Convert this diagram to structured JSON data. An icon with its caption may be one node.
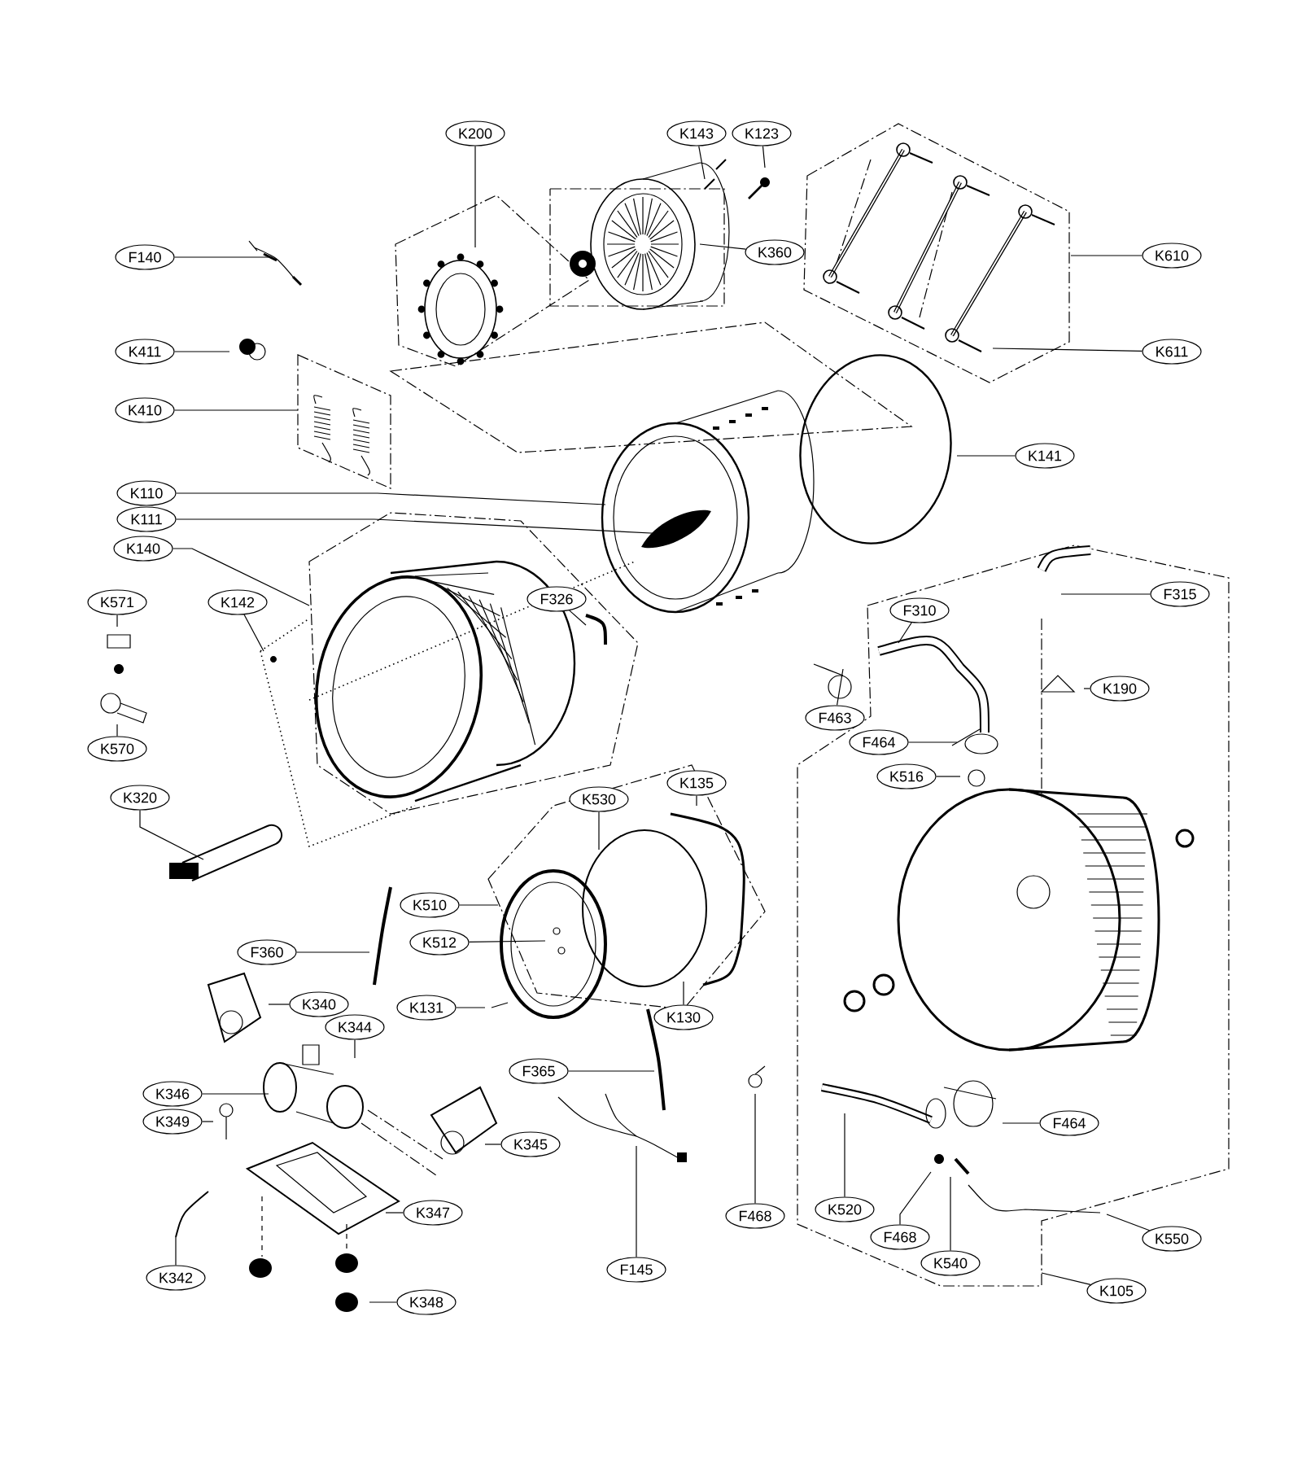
{
  "diagram": {
    "nodes": [
      {
        "text": [
          "K200"
        ]
      },
      {
        "text": [
          "K143"
        ]
      },
      {
        "text": [
          "K123"
        ]
      },
      {
        "text": [
          "F140"
        ]
      },
      {
        "text": [
          "K360"
        ]
      },
      {
        "text": [
          "K610"
        ]
      },
      {
        "text": [
          "K411"
        ]
      },
      {
        "text": [
          "K611"
        ]
      },
      {
        "text": [
          "K410"
        ]
      },
      {
        "text": [
          "K141"
        ]
      },
      {
        "text": [
          "K110"
        ]
      },
      {
        "text": [
          "K111"
        ]
      },
      {
        "text": [
          "K140"
        ]
      },
      {
        "text": [
          "F315"
        ]
      },
      {
        "text": [
          "K571"
        ]
      },
      {
        "text": [
          "K142"
        ]
      },
      {
        "text": [
          "F326"
        ]
      },
      {
        "text": [
          "F310"
        ]
      },
      {
        "text": [
          "K190"
        ]
      },
      {
        "text": [
          "F463"
        ]
      },
      {
        "text": [
          "F464"
        ]
      },
      {
        "text": [
          "K570"
        ]
      },
      {
        "text": [
          "K516"
        ]
      },
      {
        "text": [
          "K135"
        ]
      },
      {
        "text": [
          "K320"
        ]
      },
      {
        "text": [
          "K530"
        ]
      },
      {
        "text": [
          "K510"
        ]
      },
      {
        "text": [
          "K512"
        ]
      },
      {
        "text": [
          "F360"
        ]
      },
      {
        "text": [
          "K340"
        ]
      },
      {
        "text": [
          "K131"
        ]
      },
      {
        "text": [
          "K130"
        ]
      },
      {
        "text": [
          "K344"
        ]
      },
      {
        "text": [
          "F365"
        ]
      },
      {
        "text": [
          "K346"
        ]
      },
      {
        "text": [
          "K349"
        ]
      },
      {
        "text": [
          "F464"
        ]
      },
      {
        "text": [
          "K345"
        ]
      },
      {
        "text": [
          "K520"
        ]
      },
      {
        "text": [
          "F468"
        ]
      },
      {
        "text": [
          "K347"
        ]
      },
      {
        "text": [
          "F468"
        ]
      },
      {
        "text": [
          "K550"
        ]
      },
      {
        "text": [
          "K540"
        ]
      },
      {
        "text": [
          "F145"
        ]
      },
      {
        "text": [
          "K342"
        ]
      },
      {
        "text": [
          "K105"
        ]
      },
      {
        "text": [
          "K348"
        ]
      }
    ],
    "edges": [
      {
        "from": 0,
        "to": null,
        "arrow": "none"
      },
      {
        "from": 1,
        "to": null,
        "arrow": "none"
      },
      {
        "from": 2,
        "to": null,
        "arrow": "none"
      },
      {
        "from": 3,
        "to": null,
        "arrow": "none"
      },
      {
        "from": 4,
        "to": null,
        "arrow": "none"
      },
      {
        "from": 5,
        "to": null,
        "arrow": "none"
      },
      {
        "from": 6,
        "to": null,
        "arrow": "none"
      },
      {
        "from": 7,
        "to": null,
        "arrow": "none"
      },
      {
        "from": 8,
        "to": null,
        "arrow": "none"
      },
      {
        "from": 9,
        "to": null,
        "arrow": "none"
      },
      {
        "from": 10,
        "to": null,
        "arrow": "none"
      },
      {
        "from": 11,
        "to": null,
        "arrow": "none"
      },
      {
        "from": 12,
        "to": null,
        "arrow": "none"
      },
      {
        "from": 13,
        "to": null,
        "arrow": "none"
      },
      {
        "from": 14,
        "to": null,
        "arrow": "none"
      },
      {
        "from": 15,
        "to": null,
        "arrow": "none"
      },
      {
        "from": 16,
        "to": null,
        "arrow": "none"
      },
      {
        "from": 17,
        "to": null,
        "arrow": "none"
      },
      {
        "from": 18,
        "to": null,
        "arrow": "none"
      },
      {
        "from": 19,
        "to": null,
        "arrow": "none"
      },
      {
        "from": 20,
        "to": null,
        "arrow": "none"
      },
      {
        "from": 21,
        "to": null,
        "arrow": "none"
      },
      {
        "from": 22,
        "to": null,
        "arrow": "none"
      },
      {
        "from": 23,
        "to": null,
        "arrow": "none"
      },
      {
        "from": 24,
        "to": null,
        "arrow": "none"
      },
      {
        "from": 25,
        "to": null,
        "arrow": "none"
      },
      {
        "from": 26,
        "to": null,
        "arrow": "none"
      },
      {
        "from": 27,
        "to": null,
        "arrow": "none"
      },
      {
        "from": 28,
        "to": null,
        "arrow": "none"
      },
      {
        "from": 29,
        "to": null,
        "arrow": "none"
      },
      {
        "from": 30,
        "to": null,
        "arrow": "none"
      },
      {
        "from": 31,
        "to": null,
        "arrow": "none"
      },
      {
        "from": 32,
        "to": null,
        "arrow": "none"
      },
      {
        "from": 33,
        "to": null,
        "arrow": "none"
      },
      {
        "from": 34,
        "to": null,
        "arrow": "none"
      },
      {
        "from": 35,
        "to": null,
        "arrow": "none"
      },
      {
        "from": 36,
        "to": null,
        "arrow": "none"
      },
      {
        "from": 37,
        "to": null,
        "arrow": "none"
      },
      {
        "from": 38,
        "to": null,
        "arrow": "none"
      },
      {
        "from": 39,
        "to": null,
        "arrow": "none"
      },
      {
        "from": 40,
        "to": null,
        "arrow": "none"
      },
      {
        "from": 41,
        "to": null,
        "arrow": "none"
      },
      {
        "from": 42,
        "to": null,
        "arrow": "none"
      },
      {
        "from": 43,
        "to": null,
        "arrow": "none"
      },
      {
        "from": 44,
        "to": null,
        "arrow": "none"
      },
      {
        "from": 45,
        "to": null,
        "arrow": "none"
      },
      {
        "from": 46,
        "to": null,
        "arrow": "none"
      },
      {
        "from": 47,
        "to": null,
        "arrow": "none"
      }
    ]
  }
}
